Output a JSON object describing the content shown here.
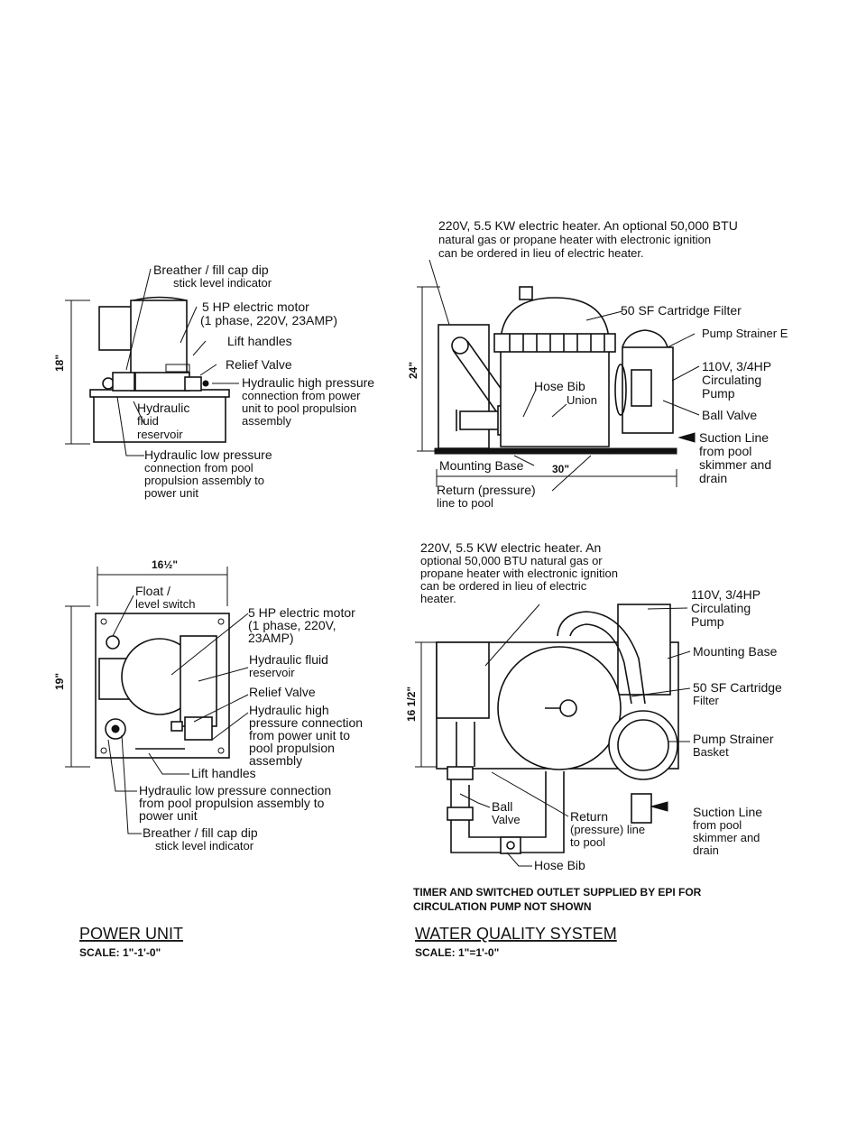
{
  "power_unit_side": {
    "dimension": "18\"",
    "labels": {
      "breather_1": "Breather / fill cap dip",
      "breather_2": "stick level indicator",
      "motor_1": "5 HP electric motor",
      "motor_2": "(1 phase, 220V, 23AMP)",
      "lift_handles": "Lift handles",
      "relief_valve": "Relief Valve",
      "hp_conn_1": "Hydraulic high pressure",
      "hp_conn_2": "connection from power",
      "hp_conn_3": "unit to pool propulsion",
      "hp_conn_4": "assembly",
      "reservoir_1": "Hydraulic",
      "reservoir_2": "fluid",
      "reservoir_3": "reservoir",
      "lp_conn_1": "Hydraulic low pressure",
      "lp_conn_2": "connection from pool",
      "lp_conn_3": "propulsion assembly to",
      "lp_conn_4": "power unit"
    }
  },
  "water_side": {
    "heater_note_1": "220V, 5.5 KW electric heater. An optional 50,000 BTU",
    "heater_note_2": "natural gas or propane heater with electronic ignition",
    "heater_note_3": "can be ordered in lieu of electric heater.",
    "dim_height": "24\"",
    "dim_width": "30\"",
    "labels": {
      "cartridge_filter": "50 SF Cartridge Filter",
      "pump_strainer": "Pump Strainer E",
      "pump_1": "110V, 3/4HP",
      "pump_2": "Circulating",
      "pump_3": "Pump",
      "hose_bib": "Hose Bib",
      "union": "Union",
      "ball_valve": "Ball Valve",
      "suction_1": "Suction Line",
      "suction_2": "from pool",
      "suction_3": "skimmer and",
      "suction_4": "drain",
      "mounting_base": "Mounting Base",
      "return_1": "Return (pressure)",
      "return_2": "line to pool"
    }
  },
  "power_unit_plan": {
    "dim_width": "16½\"",
    "dim_height": "19\"",
    "labels": {
      "float_1": "Float /",
      "float_2": "level switch",
      "motor_1": "5 HP electric motor",
      "motor_2": "(1 phase, 220V,",
      "motor_3": "23AMP)",
      "fluid_1": "Hydraulic fluid",
      "fluid_2": "reservoir",
      "relief_valve": "Relief Valve",
      "hp_1": "Hydraulic high",
      "hp_2": "pressure connection",
      "hp_3": "from power unit to",
      "hp_4": "pool propulsion",
      "hp_5": "assembly",
      "lift_handles": "Lift handles",
      "lp_1": "Hydraulic low pressure connection",
      "lp_2": "from pool propulsion assembly to",
      "lp_3": "power unit",
      "breather_1": "Breather / fill cap dip",
      "breather_2": "stick level indicator"
    }
  },
  "water_plan": {
    "heater_1": "220V, 5.5 KW electric heater. An",
    "heater_2": "optional 50,000 BTU natural gas or",
    "heater_3": "propane heater with electronic ignition",
    "heater_4": "can be ordered in lieu of electric",
    "heater_5": "heater.",
    "dim_height": "16 1/2\"",
    "labels": {
      "pump_1": "110V, 3/4HP",
      "pump_2": "Circulating",
      "pump_3": "Pump",
      "mounting_base": "Mounting Base",
      "filter_1": "50 SF Cartridge",
      "filter_2": "Filter",
      "strainer_1": "Pump Strainer",
      "strainer_2": "Basket",
      "ball_valve_1": "Ball",
      "ball_valve_2": "Valve",
      "return_1": "Return",
      "return_2": "(pressure) line",
      "return_3": "to pool",
      "suction_1": "Suction Line",
      "suction_2": "from pool",
      "suction_3": "skimmer and",
      "suction_4": "drain",
      "hose_bib": "Hose Bib"
    }
  },
  "footer": {
    "timer_note_1": "TIMER AND SWITCHED OUTLET SUPPLIED BY EPI FOR",
    "timer_note_2": "CIRCULATION PUMP NOT SHOWN",
    "power_title": "POWER UNIT",
    "power_scale": "SCALE: 1\"-1'-0\"",
    "water_title": "WATER QUALITY SYSTEM",
    "water_scale": "SCALE: 1\"=1'-0\""
  }
}
